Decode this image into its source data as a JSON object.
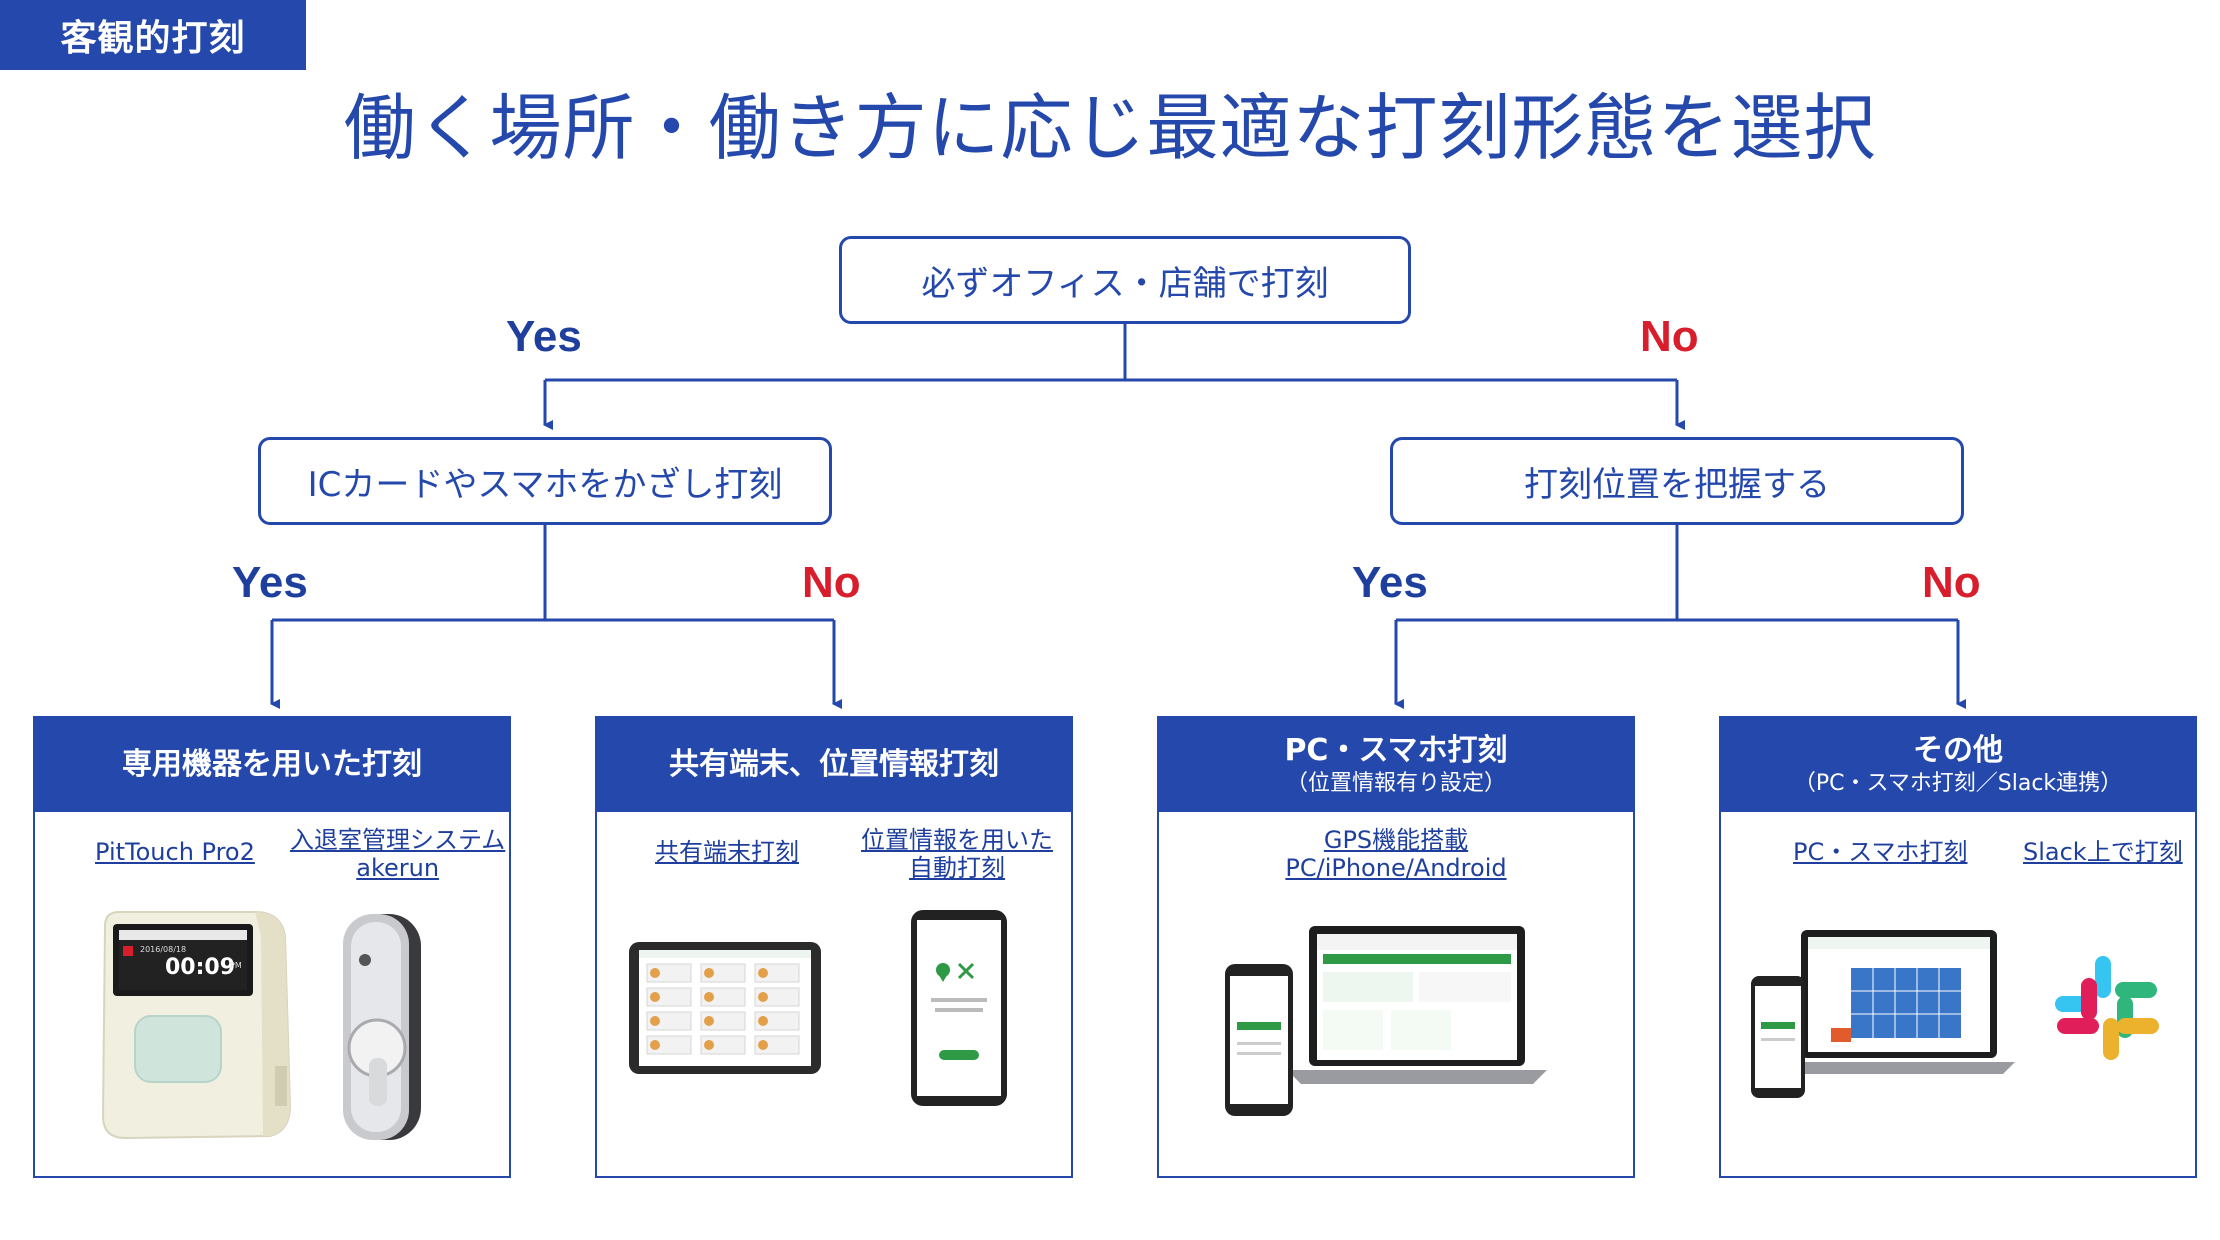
{
  "tag": "客観的打刻",
  "title": "働く場所・働き方に応じ最適な打刻形態を選択",
  "questions": {
    "root": "必ずオフィス・店舗で打刻",
    "left": "ICカードやスマホをかざし打刻",
    "right": "打刻位置を把握する"
  },
  "answers": {
    "root_yes": "Yes",
    "root_no": "No",
    "left_yes": "Yes",
    "left_no": "No",
    "right_yes": "Yes",
    "right_no": "No"
  },
  "cards": [
    {
      "title": "専用機器を用いた打刻",
      "subtitle": "",
      "links": [
        {
          "lines": [
            "PitTouch Pro2"
          ]
        },
        {
          "lines": [
            "入退室管理システム",
            "akerun"
          ]
        }
      ]
    },
    {
      "title": "共有端末、位置情報打刻",
      "subtitle": "",
      "links": [
        {
          "lines": [
            "共有端末打刻"
          ]
        },
        {
          "lines": [
            "位置情報を用いた",
            "自動打刻"
          ]
        }
      ]
    },
    {
      "title": "PC・スマホ打刻",
      "subtitle": "（位置情報有り設定）",
      "links": [
        {
          "lines": [
            "GPS機能搭載",
            "PC/iPhone/Android"
          ]
        }
      ]
    },
    {
      "title": "その他",
      "subtitle": "（PC・スマホ打刻／Slack連携）",
      "links": [
        {
          "lines": [
            "PC・スマホ打刻"
          ]
        },
        {
          "lines": [
            "Slack上で打刻"
          ]
        }
      ]
    }
  ],
  "device_screen": {
    "pittouch_date": "2016/08/18",
    "pittouch_time": "00:09",
    "pittouch_ampm": "PM"
  },
  "colors": {
    "brand_blue": "#2448ab",
    "no_red": "#d81e2c",
    "app_green": "#2e9a46"
  }
}
